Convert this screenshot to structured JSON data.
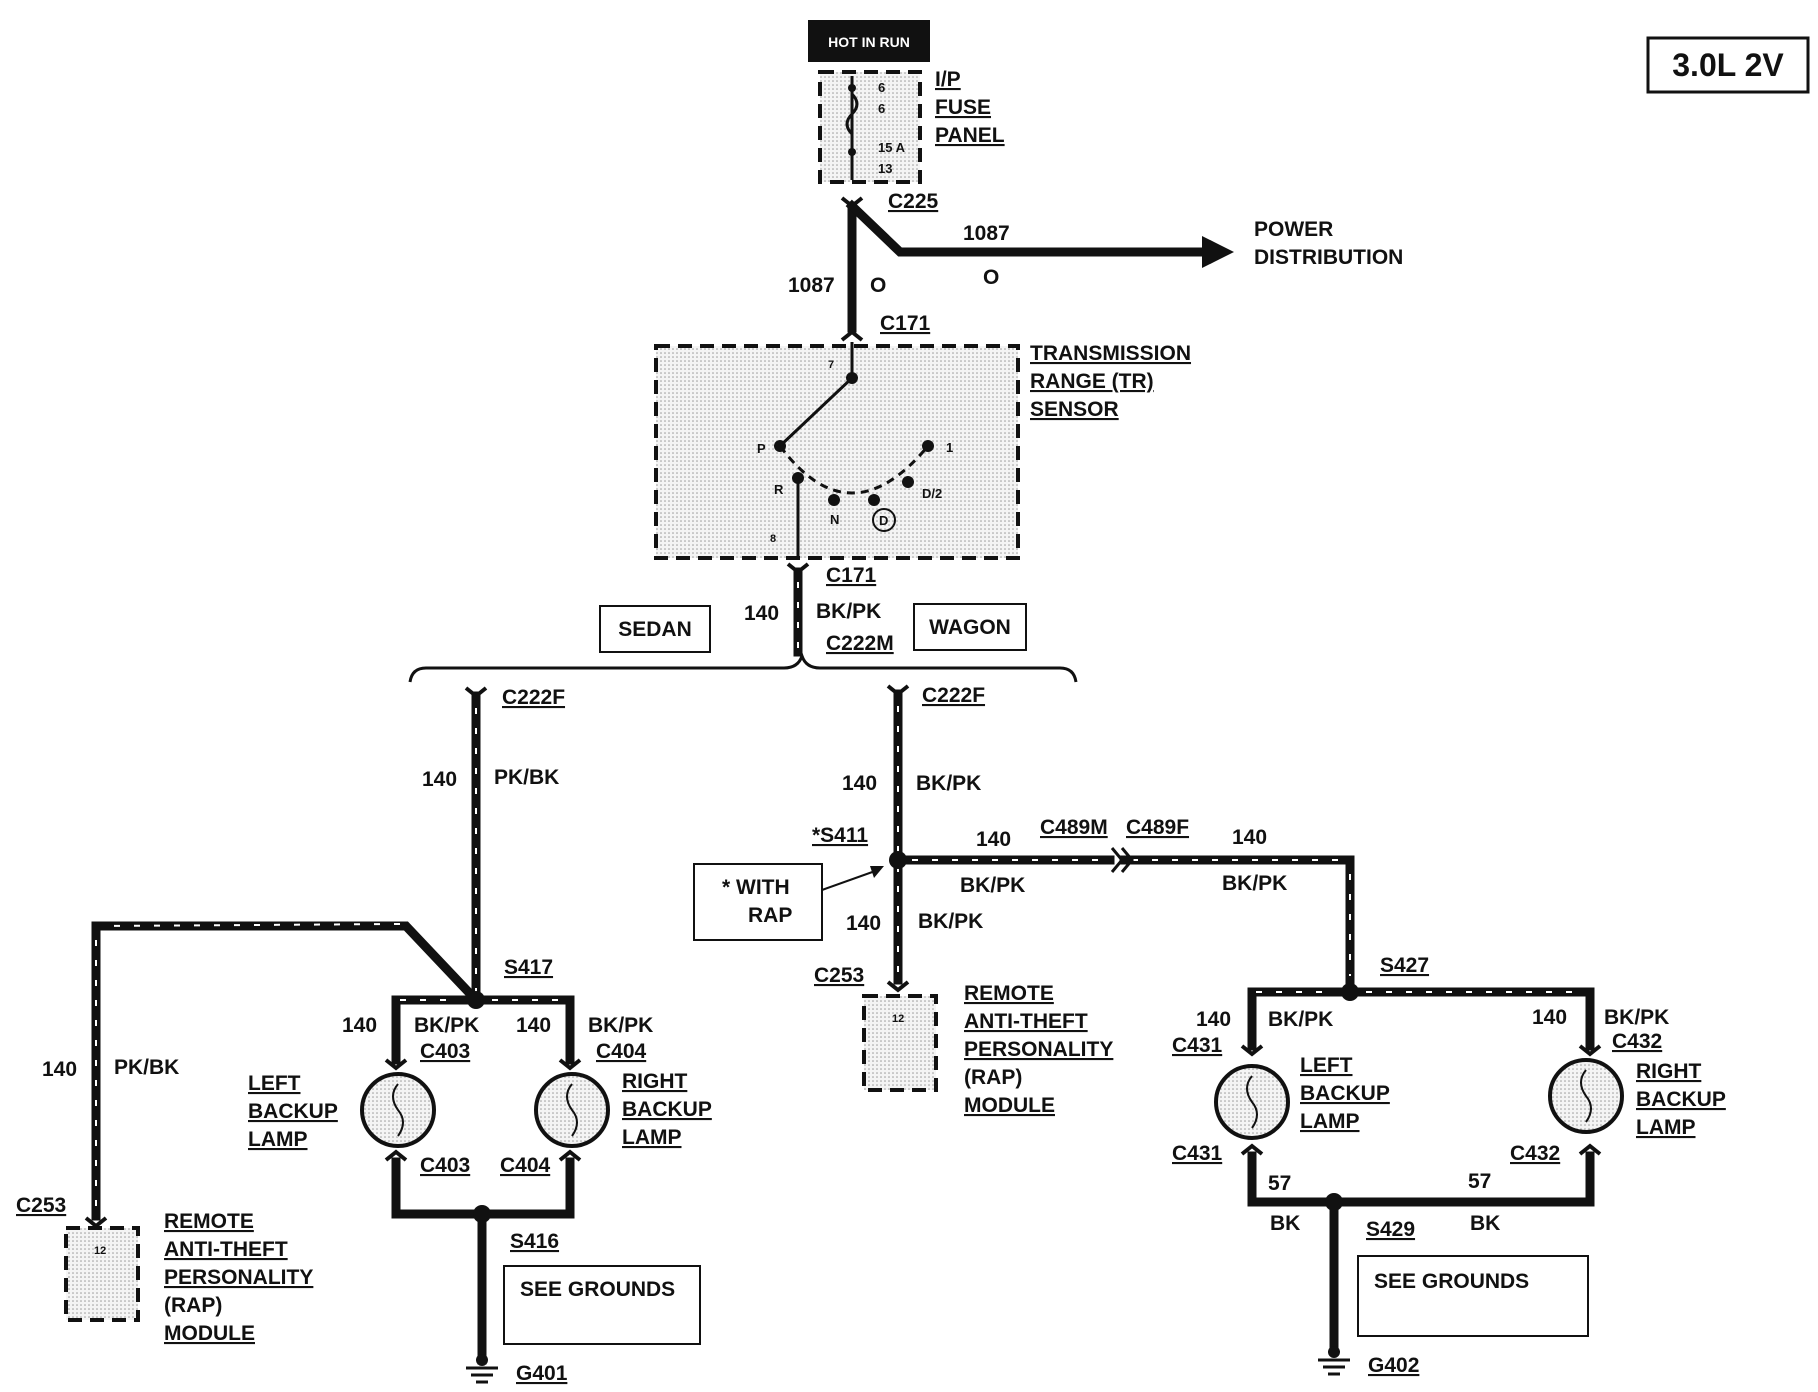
{
  "engine": "3.0L 2V",
  "hot_in_run": "HOT IN RUN",
  "fuse_panel": {
    "lines": [
      "I/P",
      "FUSE",
      "PANEL"
    ],
    "pin_top": "6",
    "pin_mid": "6",
    "rating": "15 A",
    "pin_bottom": "13"
  },
  "c225": "C225",
  "power_distribution": {
    "circuit": "1087",
    "color": "O",
    "lines": [
      "POWER",
      "DISTRIBUTION"
    ]
  },
  "feed": {
    "circuit": "1087",
    "color": "O"
  },
  "c171_top": "C171",
  "tr_sensor": {
    "lines": [
      "TRANSMISSION",
      "RANGE (TR)",
      "SENSOR"
    ],
    "pin_in": "7",
    "pin_out": "8",
    "positions": [
      "P",
      "R",
      "N",
      "D",
      "D/2",
      "1"
    ]
  },
  "c171_bottom": "C171",
  "trunk": {
    "circuit": "140",
    "color": "BK/PK"
  },
  "c222m": "C222M",
  "sedan": "SEDAN",
  "wagon": "WAGON",
  "sedan_side": {
    "c222f": "C222F",
    "circuit": "140",
    "color": "PK/BK",
    "s417": "S417",
    "rap_circuit": "140",
    "rap_color": "PK/BK",
    "c253": "C253",
    "rap_pin": "12",
    "rap_lines": [
      "REMOTE",
      "ANTI-THEFT",
      "PERSONALITY",
      "(RAP)",
      "MODULE"
    ],
    "left": {
      "circuit": "140",
      "color": "BK/PK",
      "conn_top": "C403",
      "conn_bottom": "C403",
      "lines": [
        "LEFT",
        "BACKUP",
        "LAMP"
      ]
    },
    "right": {
      "circuit": "140",
      "color": "BK/PK",
      "conn_top": "C404",
      "conn_bottom": "C404",
      "lines": [
        "RIGHT",
        "BACKUP",
        "LAMP"
      ]
    },
    "s416": "S416",
    "grounds": "SEE GROUNDS",
    "ground": "G401"
  },
  "wagon_side": {
    "c222f": "C222F",
    "circuit": "140",
    "color": "BK/PK",
    "s411": "*S411",
    "with_rap": [
      "*  WITH",
      "RAP"
    ],
    "rap_circuit": "140",
    "rap_color": "BK/PK",
    "c253": "C253",
    "rap_pin": "12",
    "rap_lines": [
      "REMOTE",
      "ANTI-THEFT",
      "PERSONALITY",
      "(RAP)",
      "MODULE"
    ],
    "run_circuit_a": "140",
    "run_color_a": "BK/PK",
    "c489m": "C489M",
    "c489f": "C489F",
    "run_circuit_b": "140",
    "run_color_b": "BK/PK",
    "s427": "S427",
    "left": {
      "circuit": "140",
      "color": "BK/PK",
      "conn_top": "C431",
      "conn_bottom": "C431",
      "lines": [
        "LEFT",
        "BACKUP",
        "LAMP"
      ]
    },
    "right": {
      "circuit": "140",
      "color": "BK/PK",
      "conn_top": "C432",
      "conn_bottom": "C432",
      "lines": [
        "RIGHT",
        "BACKUP",
        "LAMP"
      ]
    },
    "gnd_circuit_left": "57",
    "gnd_color_left": "BK",
    "gnd_circuit_right": "57",
    "gnd_color_right": "BK",
    "s429": "S429",
    "grounds": "SEE GROUNDS",
    "ground": "G402"
  }
}
